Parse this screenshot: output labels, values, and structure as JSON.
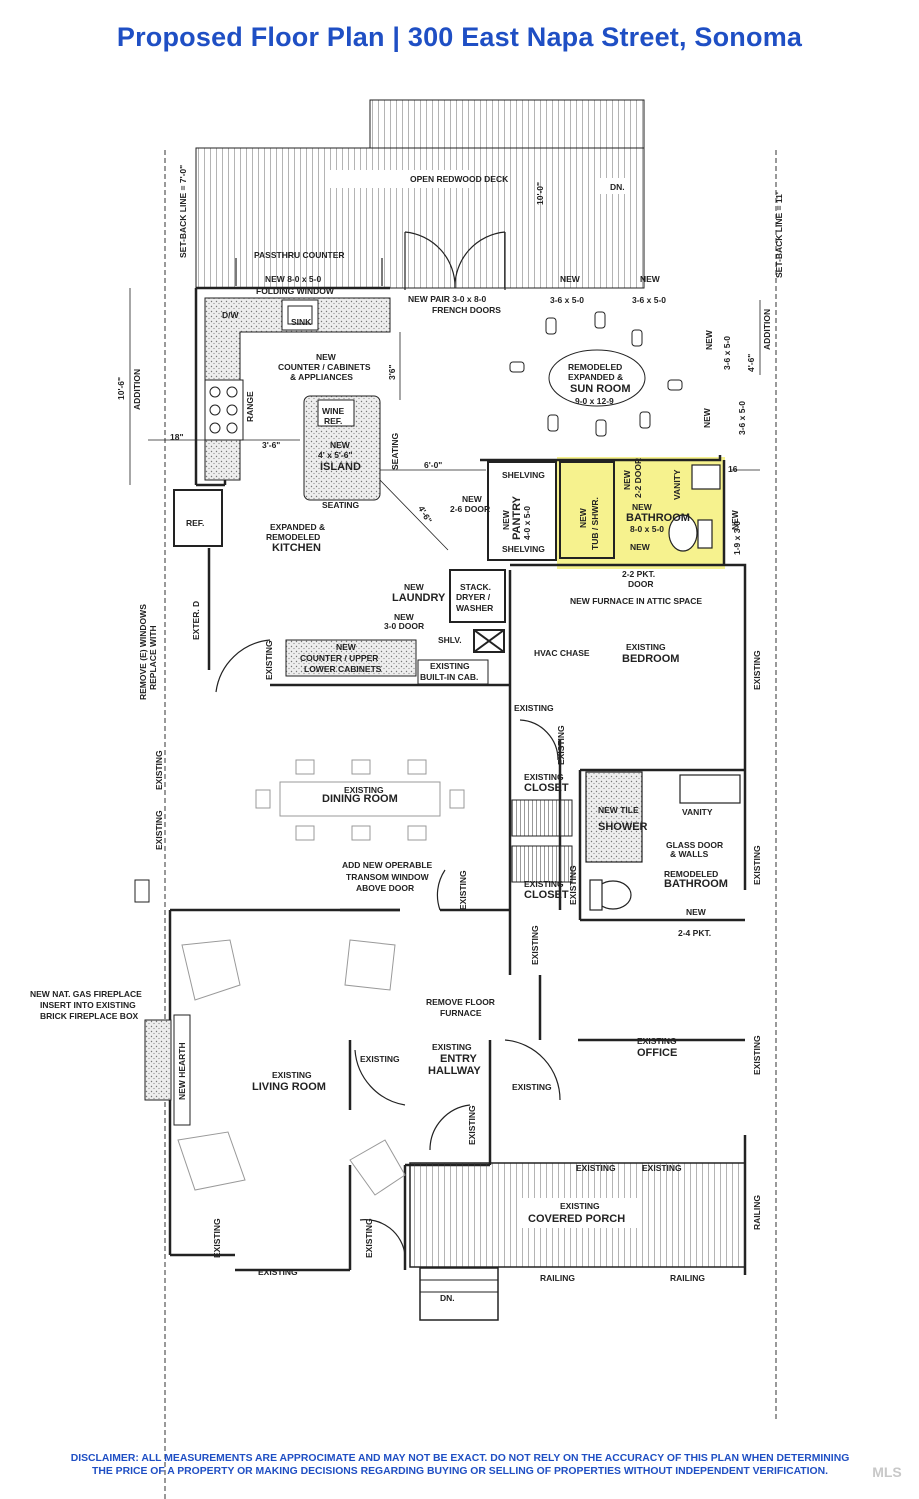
{
  "title": "Proposed Floor Plan | 300 East Napa Street, Sonoma",
  "disclaimer": {
    "line1": "DISCLAIMER: ALL MEASUREMENTS ARE APPROCIMATE AND MAY NOT BE EXACT. DO NOT RELY ON THE  ACCURACY OF THIS PLAN WHEN DETERMINING",
    "line2": "THE PRICE OF A PROPERTY OR MAKING DECISIONS REGARDING BUYING OR SELLING OF PROPERTIES WITHOUT INDEPENDENT VERIFICATION."
  },
  "watermark": "MLS",
  "highlight_color": "#f5f07a",
  "plan_labels": {
    "deck": "OPEN REDWOOD DECK",
    "deck_dim": "10'-0\"",
    "dn_top": "DN.",
    "setback_left": "SET-BACK LINE = 7'-0\"",
    "setback_right": "SET-BACK LINE = 11'",
    "passthru": "PASSTHRU COUNTER",
    "folding_window": "NEW 8-0 x 5-0",
    "folding_window2": "FOLDING WINDOW",
    "dw": "D/W",
    "sink": "SINK",
    "french_doors": "NEW PAIR 3-0 x 8-0",
    "french_doors2": "FRENCH DOORS",
    "new_36x50_a": "NEW",
    "dim_36x50_a": "3-6 x 5-0",
    "new_36x50_b": "NEW",
    "dim_36x50_b": "3-6 x 5-0",
    "counter_new": "NEW",
    "counter_cabinets": "COUNTER / CABINETS",
    "counter_appliances": "& APPLIANCES",
    "dim_36": "3'6\"",
    "sunroom1": "REMODELED",
    "sunroom2": "EXPANDED &",
    "sunroom3": "SUN ROOM",
    "sunroom4": "9-0 x 12-9",
    "addition_left_dim": "10'-6\"",
    "addition_left": "ADDITION",
    "addition_right_dim": "4'-6\"",
    "addition_right": "ADDITION",
    "new_r1": "NEW",
    "dim_r1": "3-6 x 5-0",
    "new_r2": "NEW",
    "dim_r2": "3-6 x 5-0",
    "range": "RANGE",
    "wine_ref": "WINE",
    "wine_ref2": "REF.",
    "island_new": "NEW",
    "island_dim": "4' x 5'-6\"",
    "island": "ISLAND",
    "seating_right": "SEATING",
    "seating_bottom": "SEATING",
    "dim_18": "18\"",
    "dim_36b": "3'-6\"",
    "dim_60": "6'-0\"",
    "dim_16": "16",
    "ref": "REF.",
    "shelving_top": "SHELVING",
    "shelving_bottom": "SHELVING",
    "new_26": "NEW",
    "door_26": "2-6 DOOR",
    "pantry_new": "NEW",
    "pantry": "PANTRY",
    "pantry_dim": "4-0 x 5-0",
    "dim_46": "4'-6\"",
    "tub_new": "NEW",
    "tub": "TUB / SHWR.",
    "door22_new": "NEW",
    "door22": "2-2 DOOR",
    "bath_new": "NEW",
    "bath": "BATHROOM",
    "bath_dim": "8-0 x 5-0",
    "vanity_new": "VANITY",
    "new_bath_door": "NEW",
    "new_19x30": "NEW",
    "dim_19x30": "1-9 x 3-0",
    "pkt_door": "2-2 PKT.",
    "pkt_door2": "DOOR",
    "kitchen1": "EXPANDED &",
    "kitchen2": "REMODELED",
    "kitchen3": "KITCHEN",
    "laundry_new": "NEW",
    "laundry": "LAUNDRY",
    "stack1": "STACK.",
    "stack2": "DRYER /",
    "stack3": "WASHER",
    "furnace": "NEW FURNACE IN ATTIC SPACE",
    "door30_new": "NEW",
    "door30": "3-0 DOOR",
    "shlv": "SHLV.",
    "hvac": "HVAC CHASE",
    "remove_windows1": "REMOVE (E) WINDOWS",
    "remove_windows2": "REPLACE WITH",
    "exter": "EXTER. D",
    "lower_new": "NEW",
    "lower1": "COUNTER / UPPER",
    "lower2": "LOWER CABINETS",
    "builtin1": "EXISTING",
    "builtin2": "BUILT-IN CAB.",
    "bedroom1": "EXISTING",
    "bedroom2": "BEDROOM",
    "existing": "EXISTING",
    "dining1": "EXISTING",
    "dining2": "DINING ROOM",
    "closet1a": "EXISTING",
    "closet1b": "CLOSET",
    "closet2a": "EXISTING",
    "closet2b": "CLOSET",
    "tile1": "NEW TILE",
    "tile2": "SHOWER",
    "vanity": "VANITY",
    "glass1": "GLASS DOOR",
    "glass2": "& WALLS",
    "rbath1": "REMODELED",
    "rbath2": "BATHROOM",
    "transom1": "ADD NEW OPERABLE",
    "transom2": "TRANSOM WINDOW",
    "transom3": "ABOVE DOOR",
    "pkt24_new": "NEW",
    "pkt24": "2-4 PKT.",
    "fire1": "NEW NAT. GAS FIREPLACE",
    "fire2": "INSERT INTO EXISTING",
    "fire3": "BRICK FIREPLACE BOX",
    "remove_furnace1": "REMOVE FLOOR",
    "remove_furnace2": "FURNACE",
    "entry1": "EXISTING",
    "entry2": "ENTRY",
    "entry3": "HALLWAY",
    "office1": "EXISTING",
    "office2": "OFFICE",
    "hearth": "NEW HEARTH",
    "living1": "EXISTING",
    "living2": "LIVING ROOM",
    "porch1": "EXISTING",
    "porch2": "COVERED PORCH",
    "railing": "RAILING",
    "dn_bottom": "DN."
  }
}
